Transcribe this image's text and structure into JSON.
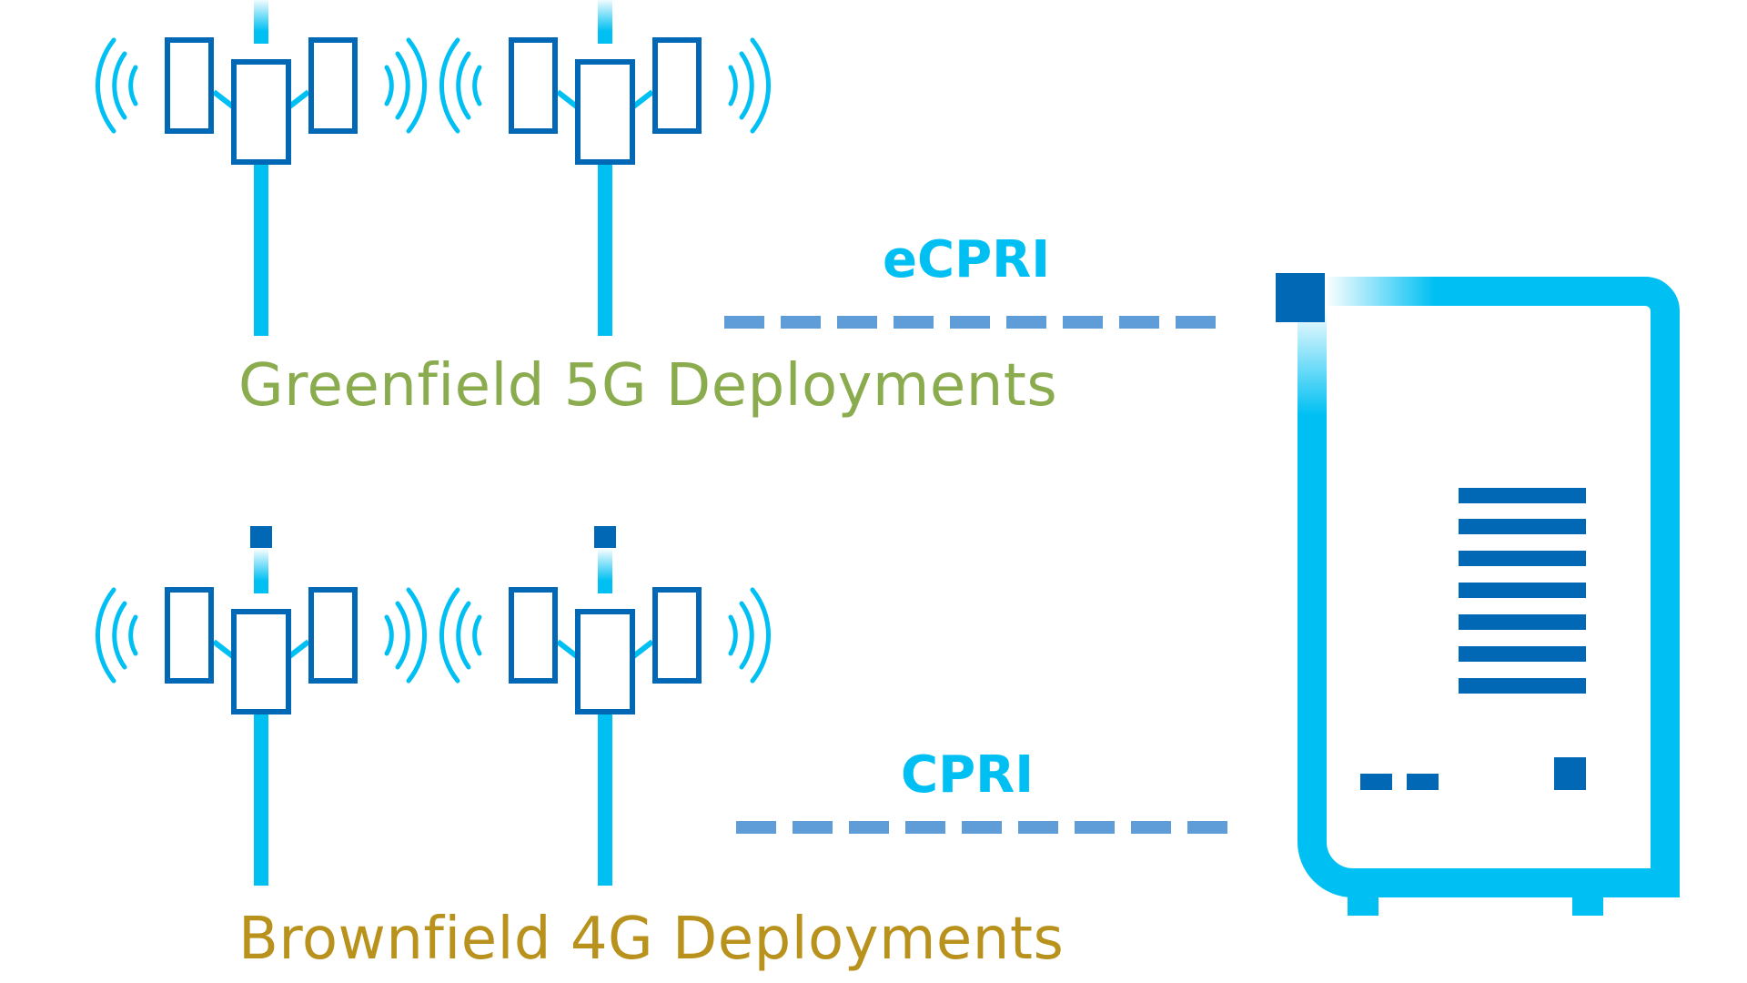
{
  "labels": {
    "greenfield": "Greenfield 5G Deployments",
    "brownfield": "Brownfield 4G Deployments",
    "ecpri": "eCPRI",
    "cpri": "CPRI"
  },
  "icons": {
    "tower": "cell-tower-icon",
    "server": "server-icon"
  },
  "colors": {
    "cyan": "#00C0F3",
    "dark_blue": "#0068B5",
    "dash_blue": "#5E9DD8",
    "greenfield_text": "#8AAC4F",
    "brownfield_text": "#B8921C",
    "background": "#FFFFFF"
  }
}
